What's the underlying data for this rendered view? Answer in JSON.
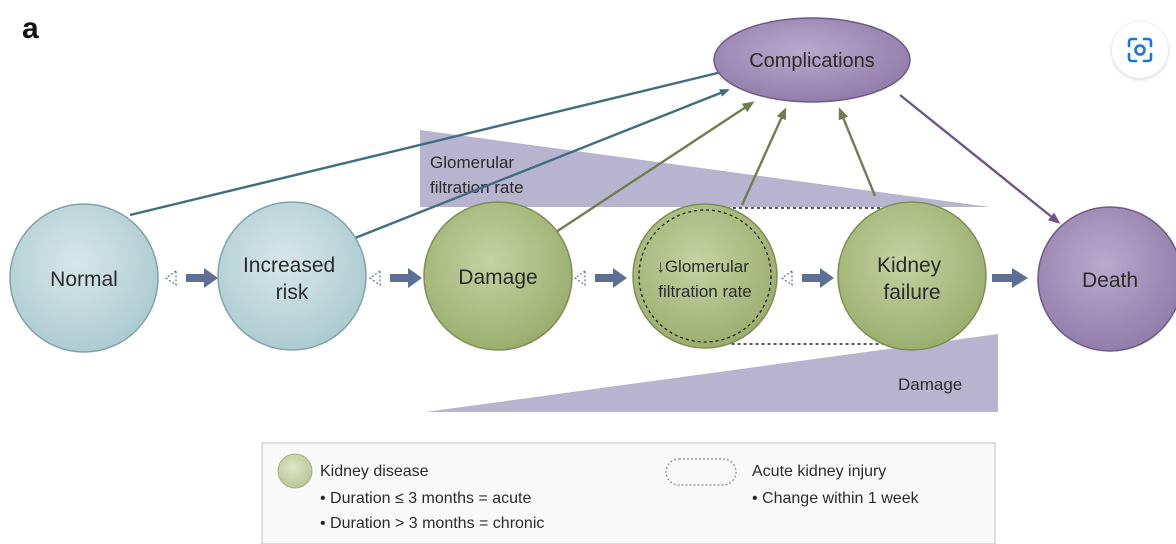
{
  "panel_label": "a",
  "nodes": {
    "normal": "Normal",
    "increased_risk": [
      "Increased",
      "risk"
    ],
    "damage": "Damage",
    "gfr_decrease": [
      "↓Glomerular",
      "filtration rate"
    ],
    "kidney_failure": [
      "Kidney",
      "failure"
    ],
    "death": "Death",
    "complications": "Complications"
  },
  "gradients": {
    "gfr_label": [
      "Glomerular",
      "filtration rate"
    ],
    "damage_label": "Damage"
  },
  "legend": {
    "kidney_disease": {
      "title": "Kidney disease",
      "lines": [
        "• Duration ≤ 3 months = acute",
        "• Duration > 3 months = chronic"
      ]
    },
    "aki": {
      "title": "Acute kidney injury",
      "lines": [
        "• Change within 1 week"
      ]
    }
  },
  "colors": {
    "blue_node": "#bcd6da",
    "green_node": "#a8b97f",
    "purple_node": "#8e7ba6",
    "gradient_fill": "#b5b1cc",
    "arrow": "#5d6f94"
  },
  "icons": {
    "lens": "lens-icon"
  }
}
